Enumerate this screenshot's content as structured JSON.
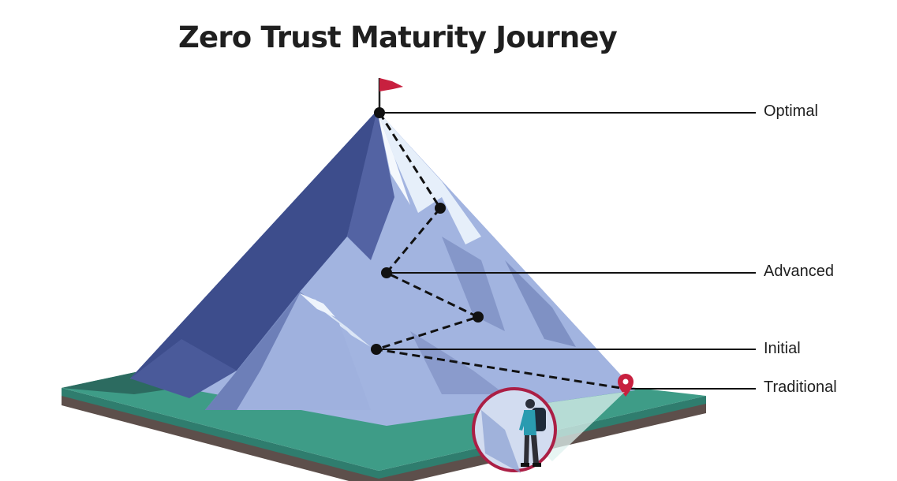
{
  "title": "Zero Trust Maturity Journey",
  "stages": [
    {
      "label": "Optimal"
    },
    {
      "label": "Advanced"
    },
    {
      "label": "Initial"
    },
    {
      "label": "Traditional"
    }
  ],
  "colors": {
    "flag": "#c8203f",
    "pin": "#c8203f",
    "grass": "#3e9c87",
    "soil": "#5d4f4b",
    "mountain_dark": "#3d4d8c",
    "mountain_mid": "#7385bd",
    "mountain_light": "#a2b4e0",
    "snow": "#e6effa",
    "leader_line": "#111111"
  },
  "icons": [
    "summit-flag-icon",
    "location-pin-icon",
    "hiker-figure-icon"
  ]
}
